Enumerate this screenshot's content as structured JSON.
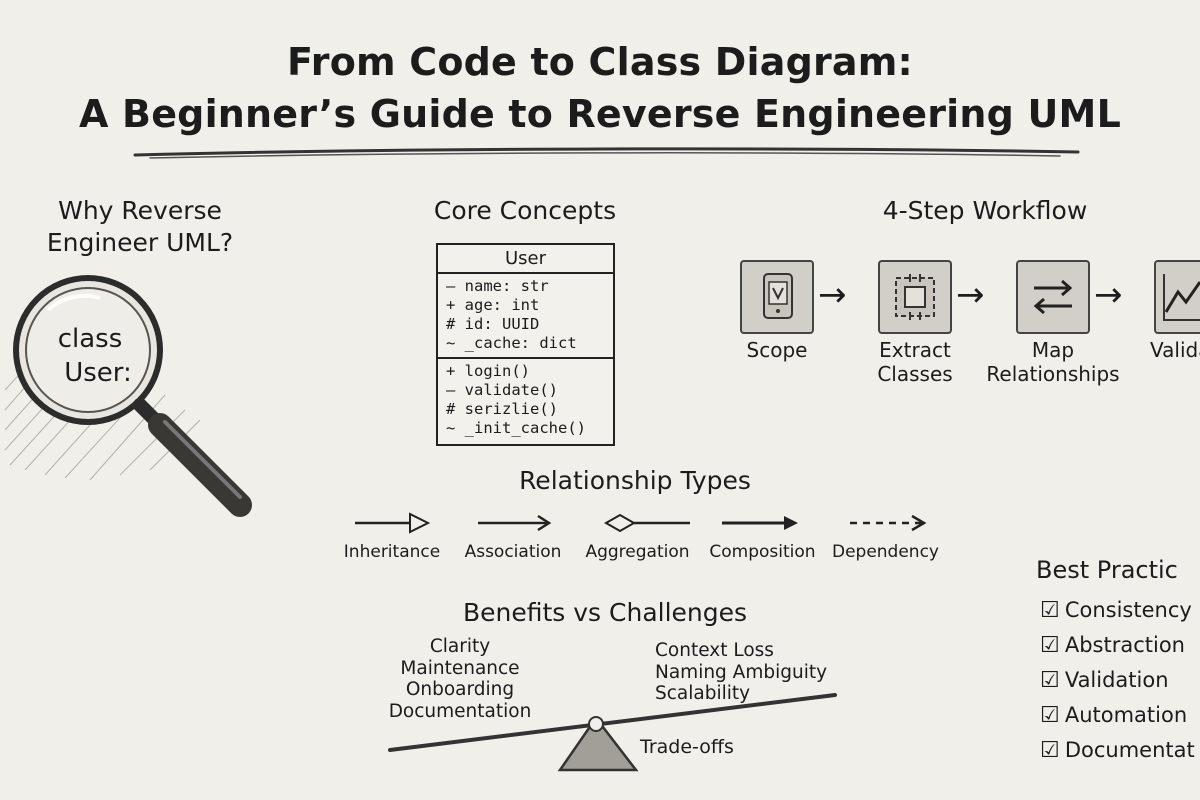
{
  "title": {
    "line1": "From Code to Class Diagram:",
    "line2": "A Beginner’s Guide to Reverse Engineering UML"
  },
  "why": {
    "heading_line1": "Why Reverse",
    "heading_line2": "Engineer UML?",
    "lens_line1": "class",
    "lens_line2": "User:",
    "icon": "magnifying-glass-icon"
  },
  "core": {
    "heading": "Core Concepts",
    "class_name": "User",
    "attributes": [
      "— name: str",
      "+ age: int",
      "# id: UUID",
      "~ _cache: dict"
    ],
    "methods": [
      "+ login()",
      "— validate()",
      "# serizlie()",
      "~ _init_cache()"
    ]
  },
  "workflow": {
    "heading": "4-Step Workflow",
    "steps": [
      {
        "line1": "Scope",
        "line2": "",
        "icon": "document-phone-icon"
      },
      {
        "line1": "Extract",
        "line2": "Classes",
        "icon": "extract-icon"
      },
      {
        "line1": "Map",
        "line2": "Relationships",
        "icon": "swap-arrows-icon"
      },
      {
        "line1": "Valida",
        "line2": "",
        "icon": "trend-chart-icon"
      }
    ]
  },
  "relationships": {
    "heading": "Relationship Types",
    "types": [
      "Inheritance",
      "Association",
      "Aggregation",
      "Composition",
      "Dependency"
    ]
  },
  "benefits": {
    "heading": "Benefits vs Challenges",
    "benefits": [
      "Clarity",
      "Maintenance",
      "Onboarding",
      "Documentation"
    ],
    "challenges": [
      "Context Loss",
      "Naming Ambiguity",
      "Scalability"
    ],
    "fulcrum_label": "Trade-offs"
  },
  "best_practices": {
    "heading": "Best Practic",
    "items": [
      "Consistency",
      "Abstraction",
      "Validation",
      "Automation",
      "Documentat"
    ]
  }
}
